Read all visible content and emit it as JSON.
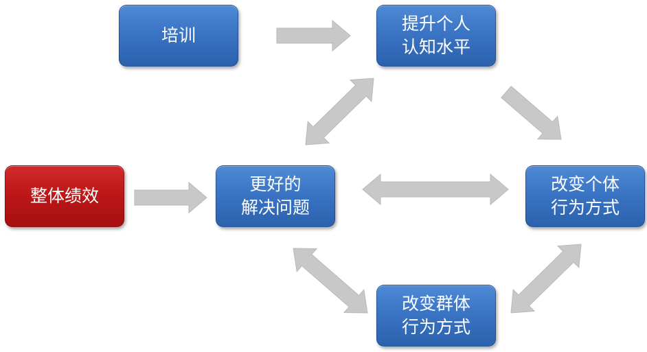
{
  "nodes": {
    "training": "培训",
    "cognition": "提升个人\n认知水平",
    "performance": "整体绩效",
    "solve": "更好的\n解决问题",
    "individual": "改变个体\n行为方式",
    "group": "改变群体\n行为方式"
  },
  "colors": {
    "node_blue": "#3a74c4",
    "node_red": "#bb1717",
    "arrow": "#c8c8c8"
  }
}
